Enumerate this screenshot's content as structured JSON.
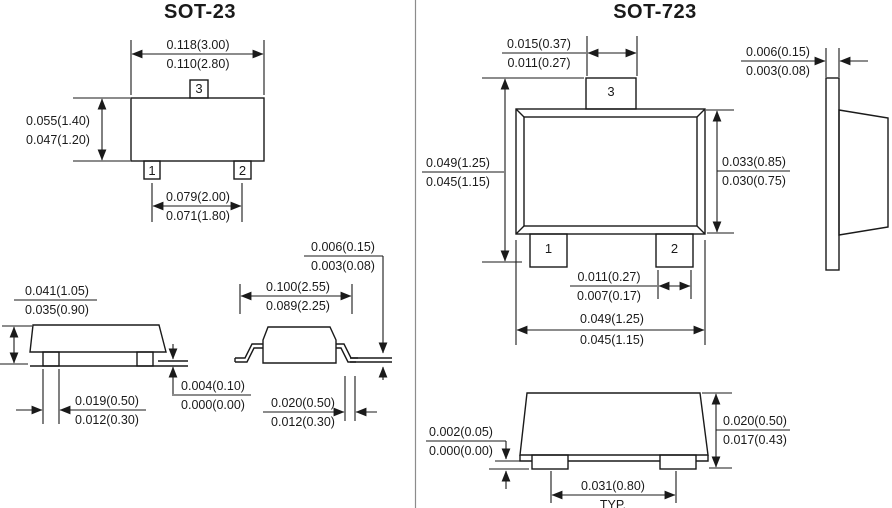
{
  "sot23": {
    "title": "SOT-23",
    "pins": {
      "p1": "1",
      "p2": "2",
      "p3": "3"
    },
    "dims": {
      "body_width": {
        "max": "0.118(3.00)",
        "min": "0.110(2.80)"
      },
      "body_height": {
        "max": "0.055(1.40)",
        "min": "0.047(1.20)"
      },
      "pin_pitch": {
        "max": "0.079(2.00)",
        "min": "0.071(1.80)"
      },
      "lead_thickness": {
        "max": "0.006(0.15)",
        "min": "0.003(0.08)"
      },
      "span_width": {
        "max": "0.100(2.55)",
        "min": "0.089(2.25)"
      },
      "profile_height": {
        "max": "0.041(1.05)",
        "min": "0.035(0.90)"
      },
      "lead_width": {
        "max": "0.019(0.50)",
        "min": "0.012(0.30)"
      },
      "standoff": {
        "max": "0.004(0.10)",
        "min": "0.000(0.00)"
      },
      "foot_length": {
        "max": "0.020(0.50)",
        "min": "0.012(0.30)"
      }
    }
  },
  "sot723": {
    "title": "SOT-723",
    "pins": {
      "p1": "1",
      "p2": "2",
      "p3": "3"
    },
    "dims": {
      "pin3_width": {
        "max": "0.015(0.37)",
        "min": "0.011(0.27)"
      },
      "overall_height": {
        "max": "0.049(1.25)",
        "min": "0.045(1.15)"
      },
      "body_height": {
        "max": "0.033(0.85)",
        "min": "0.030(0.75)"
      },
      "lead_thickness": {
        "max": "0.006(0.15)",
        "min": "0.003(0.08)"
      },
      "pin_width": {
        "max": "0.011(0.27)",
        "min": "0.007(0.17)"
      },
      "body_width": {
        "max": "0.049(1.25)",
        "min": "0.045(1.15)"
      },
      "standoff": {
        "max": "0.002(0.05)",
        "min": "0.000(0.00)"
      },
      "pin_pitch": {
        "value": "0.031(0.80)",
        "qualifier": "TYP."
      },
      "package_height": {
        "max": "0.020(0.50)",
        "min": "0.017(0.43)"
      }
    }
  }
}
